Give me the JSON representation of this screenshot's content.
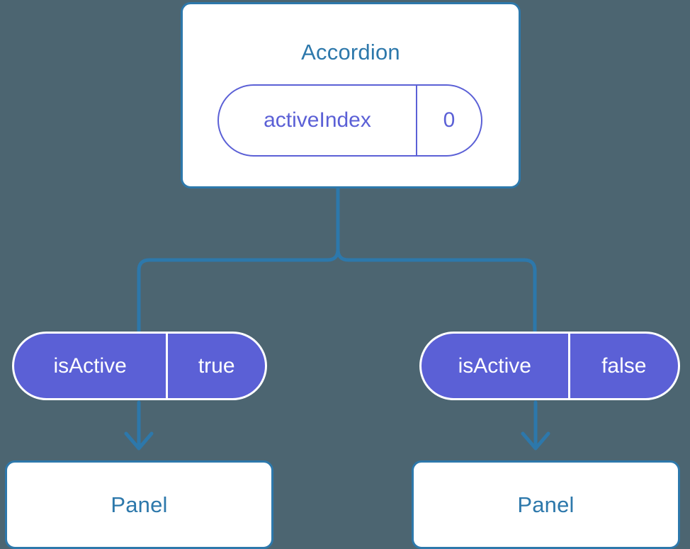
{
  "diagram": {
    "type": "component-tree",
    "background_color": "#4c6571",
    "accent_blue": "#2d78ab",
    "accent_indigo": "#5b60d6",
    "root": {
      "title": "Accordion",
      "state_pill": {
        "key": "activeIndex",
        "value": "0"
      }
    },
    "children": [
      {
        "prop_pill": {
          "key": "isActive",
          "value": "true"
        },
        "title": "Panel"
      },
      {
        "prop_pill": {
          "key": "isActive",
          "value": "false"
        },
        "title": "Panel"
      }
    ]
  }
}
